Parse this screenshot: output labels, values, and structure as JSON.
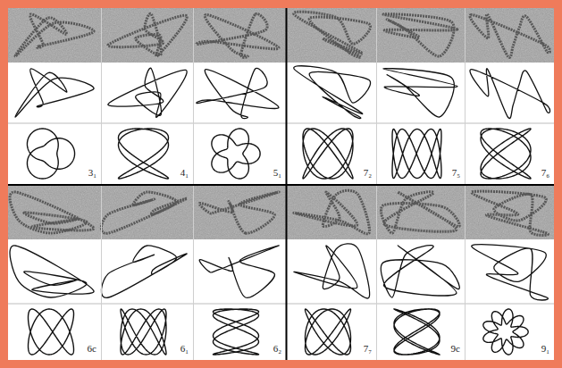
{
  "diagram": {
    "labels": [
      "3₁",
      "4₁",
      "5₁",
      "7₂",
      "7₅",
      "7₆",
      "6c",
      "6₁",
      "6₂",
      "7₇",
      "9c",
      "9₁"
    ]
  }
}
